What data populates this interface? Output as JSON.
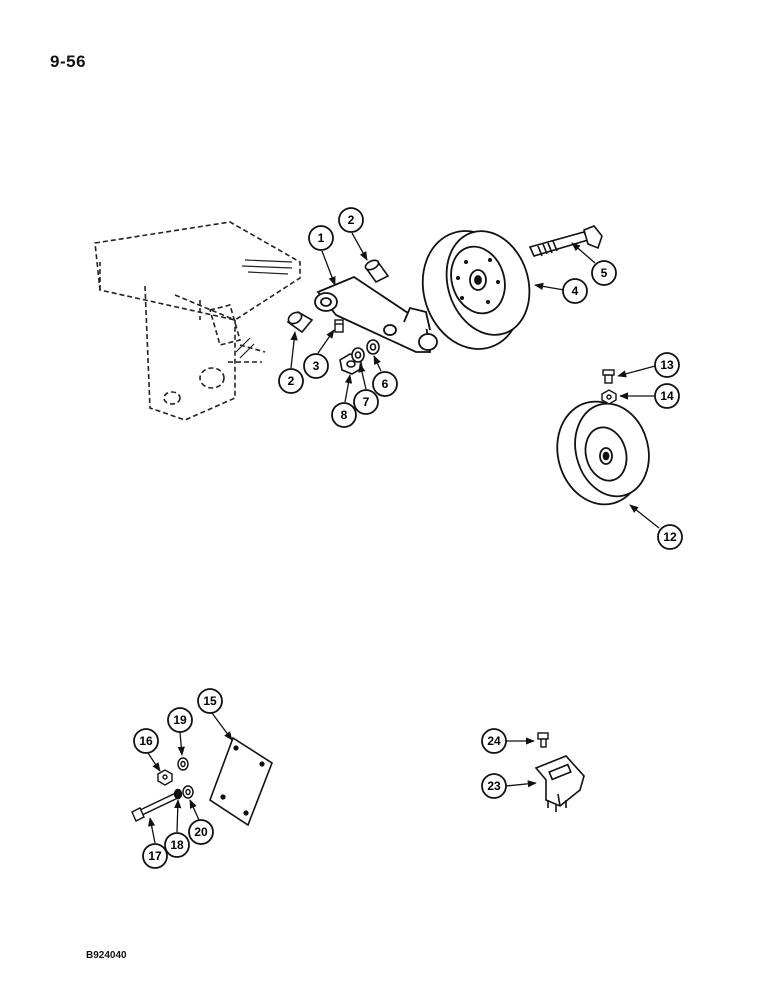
{
  "page_number": "9-56",
  "figure_code": "B924040",
  "callouts": {
    "c1": "1",
    "c2a": "2",
    "c2b": "2",
    "c3": "3",
    "c4": "4",
    "c5": "5",
    "c6": "6",
    "c7": "7",
    "c8": "8",
    "c12": "12",
    "c13": "13",
    "c14": "14",
    "c15": "15",
    "c16": "16",
    "c17": "17",
    "c18": "18",
    "c19": "19",
    "c20": "20",
    "c23": "23",
    "c24": "24"
  }
}
